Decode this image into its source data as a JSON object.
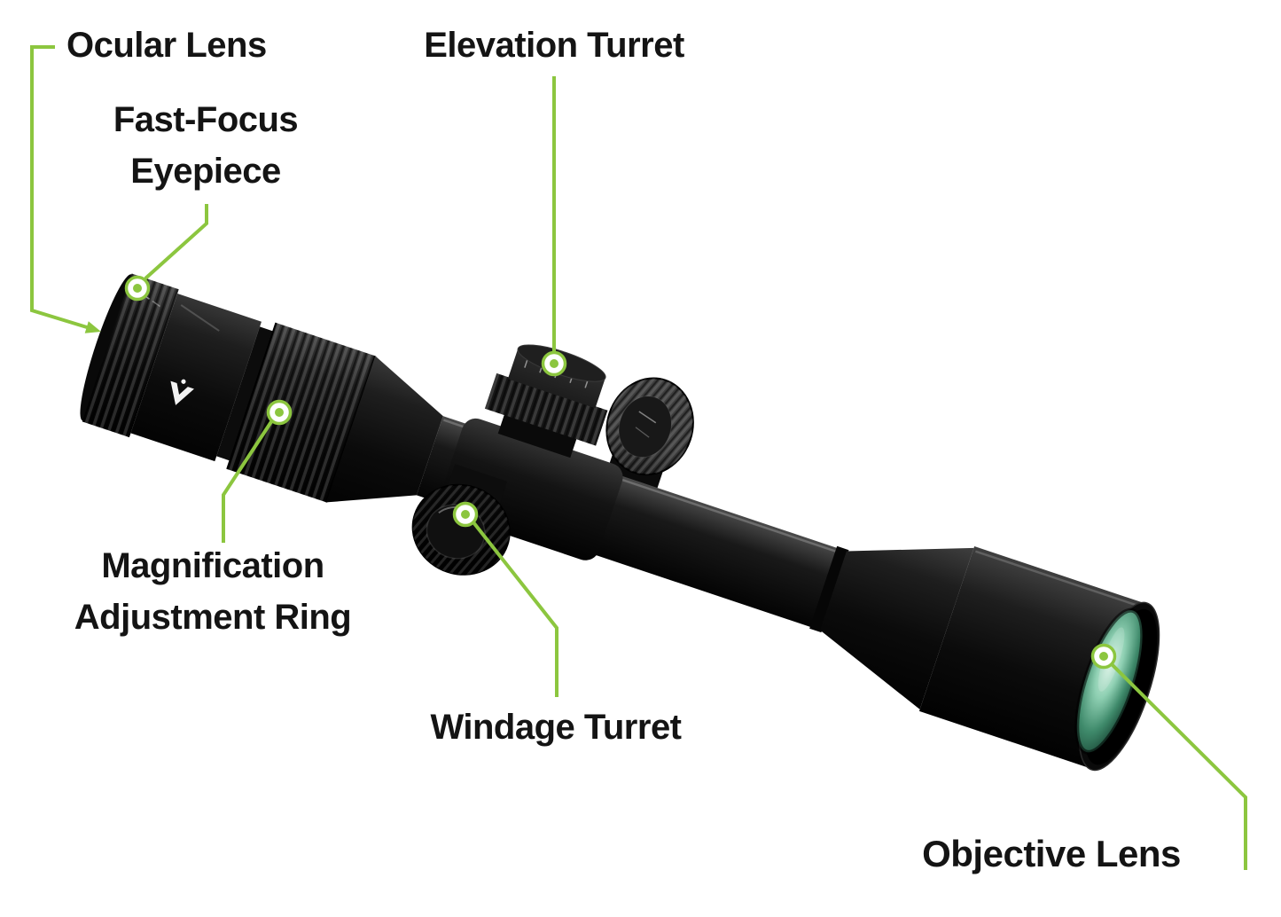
{
  "diagram": {
    "type": "labeled-parts-diagram",
    "subject": "riflescope",
    "accent_color": "#8CC63F",
    "labels": {
      "ocular_lens": "Ocular Lens",
      "fast_focus_line1": "Fast-Focus",
      "fast_focus_line2": "Eyepiece",
      "elevation_turret": "Elevation Turret",
      "magnification_line1": "Magnification",
      "magnification_line2": "Adjustment Ring",
      "windage_turret": "Windage Turret",
      "objective_lens": "Objective Lens"
    }
  }
}
